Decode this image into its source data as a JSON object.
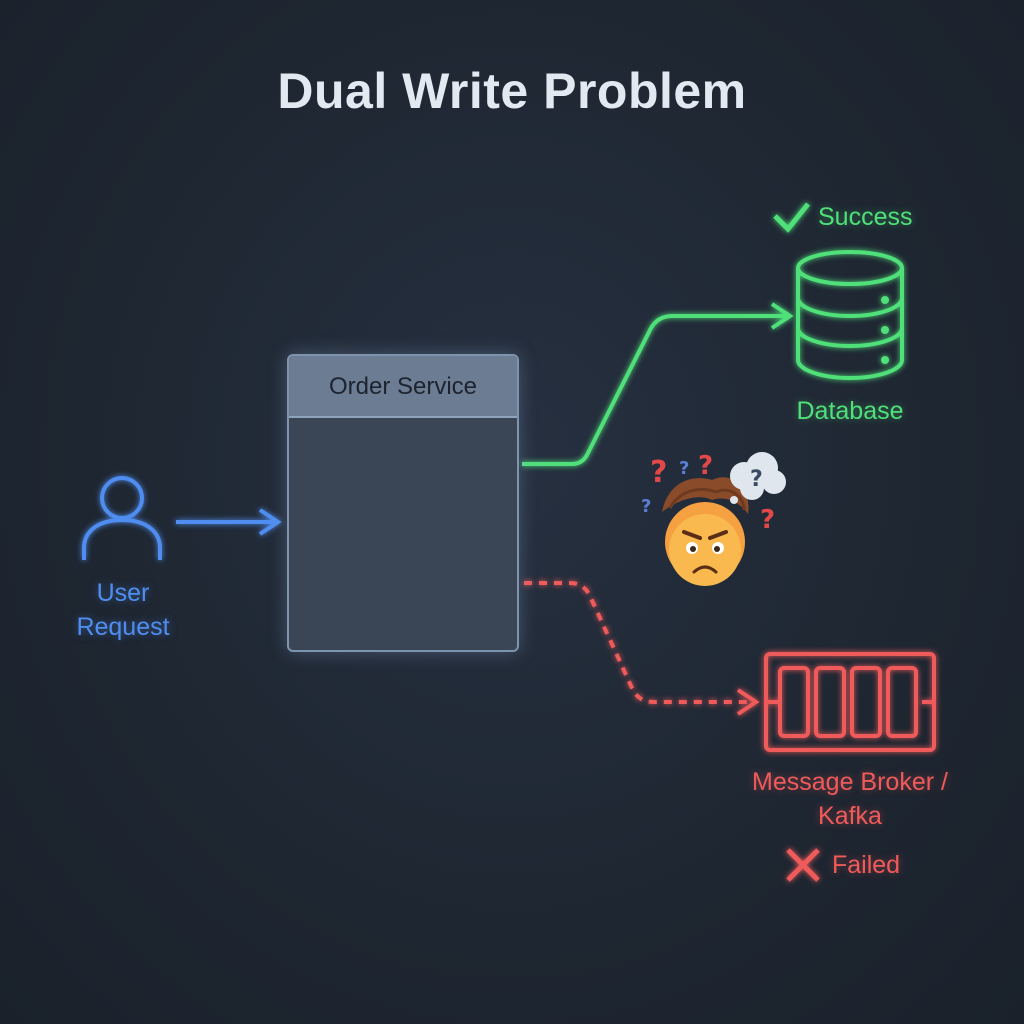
{
  "title": "Dual Write Problem",
  "nodes": {
    "user": {
      "label_line1": "User",
      "label_line2": "Request",
      "icon": "user-icon",
      "color": "#4f8ef0"
    },
    "service": {
      "label": "Order Service"
    },
    "database": {
      "label": "Database",
      "icon": "database-icon",
      "status": "Success",
      "status_icon": "check-icon",
      "color": "#4fe07a"
    },
    "broker": {
      "label_line1": "Message Broker /",
      "label_line2": "Kafka",
      "icon": "queue-icon",
      "status": "Failed",
      "status_icon": "x-icon",
      "color": "#ef5a5a"
    }
  },
  "decoration": {
    "icon": "confused-face-icon"
  }
}
